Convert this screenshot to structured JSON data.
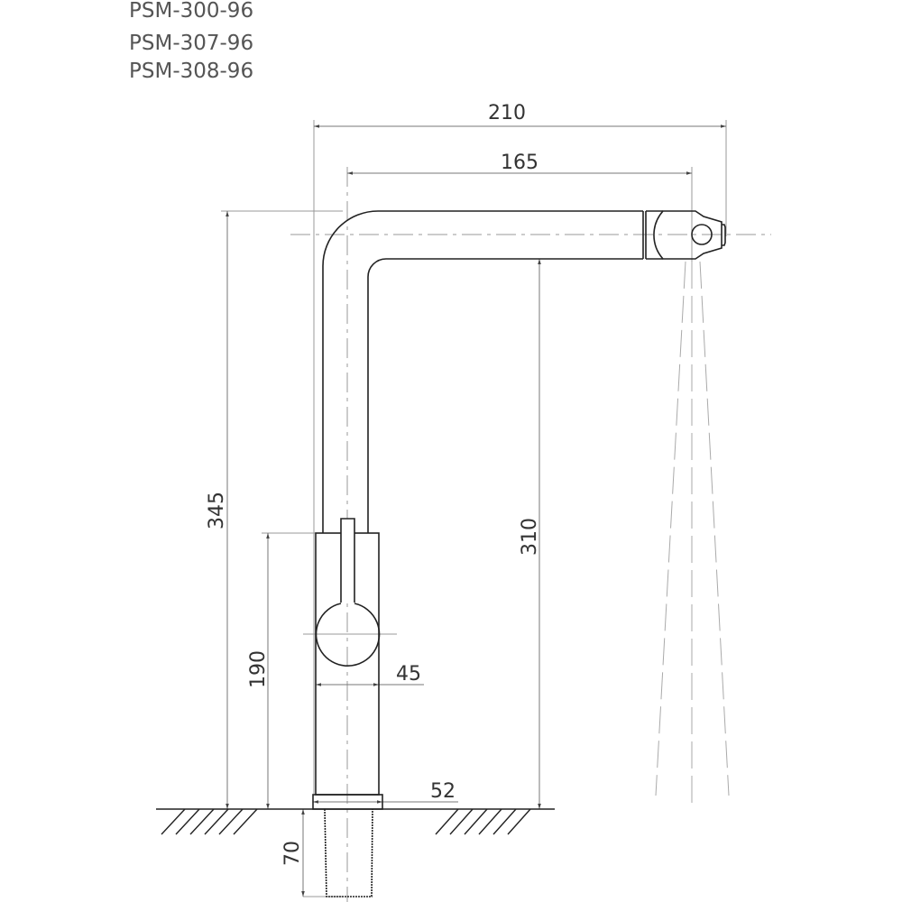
{
  "models": [
    "PSM-300-96",
    "PSM-307-96",
    "PSM-308-96"
  ],
  "dimensions": {
    "overall_reach": "210",
    "spout_reach": "165",
    "overall_height": "345",
    "spout_clearance": "310",
    "body_height": "190",
    "body_diameter": "45",
    "base_diameter": "52",
    "shank_length": "70"
  }
}
